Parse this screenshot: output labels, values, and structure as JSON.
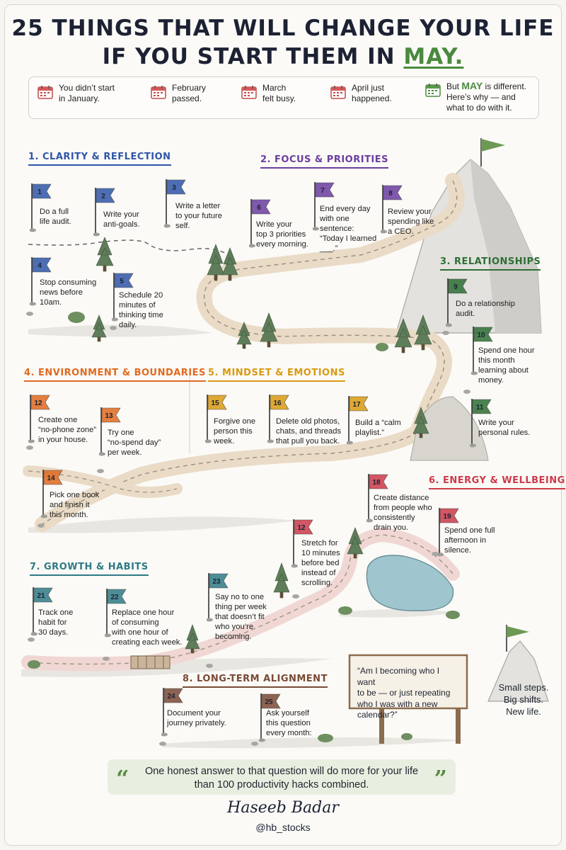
{
  "header": {
    "title_line1": "25 THINGS THAT WILL CHANGE YOUR LIFE",
    "title_line2_prefix": "IF YOU START THEM IN ",
    "title_line2_highlight": "MAY."
  },
  "colors": {
    "accent_green": "#4a8a3e",
    "sec1": "#2f56a8",
    "sec2": "#6a3ea0",
    "sec3": "#2e6f34",
    "sec4": "#e06a1f",
    "sec5": "#d99a12",
    "sec6": "#cc3a4a",
    "sec7": "#2f7a86",
    "sec8": "#7a4a35"
  },
  "intro": [
    {
      "icon": "calendar-icon",
      "line1": "You didn’t start",
      "line2": "in January."
    },
    {
      "icon": "calendar-icon",
      "line1": "February",
      "line2": "passed."
    },
    {
      "icon": "calendar-icon",
      "line1": "March",
      "line2": "felt busy."
    },
    {
      "icon": "calendar-icon",
      "line1": "April just",
      "line2": "happened."
    },
    {
      "icon": "calendar-icon",
      "line1_prefix": "But ",
      "line1_highlight": "MAY",
      "line1_suffix": " is different.",
      "line2": "Here’s why — and",
      "line3": "what to do with it."
    }
  ],
  "sections": [
    {
      "label": "1. CLARITY & REFLECTION"
    },
    {
      "label": "2. FOCUS & PRIORITIES"
    },
    {
      "label": "3. RELATIONSHIPS"
    },
    {
      "label": "4. ENVIRONMENT & BOUNDARIES"
    },
    {
      "label": "5. MINDSET & EMOTIONS"
    },
    {
      "label": "6. ENERGY & WELLBEING"
    },
    {
      "label": "7. GROWTH & HABITS"
    },
    {
      "label": "8. LONG-TERM ALIGNMENT"
    }
  ],
  "items": [
    {
      "num": "1",
      "lines": [
        "Do a full",
        "life audit."
      ]
    },
    {
      "num": "2",
      "lines": [
        "Write your",
        "anti-goals."
      ]
    },
    {
      "num": "3",
      "lines": [
        "Write a letter",
        "to your future",
        "self."
      ]
    },
    {
      "num": "4",
      "lines": [
        "Stop consuming",
        "news before",
        "10am."
      ]
    },
    {
      "num": "5",
      "lines": [
        "Schedule 20",
        "minutes of",
        "thinking time",
        "daily."
      ]
    },
    {
      "num": "6",
      "lines": [
        "Write your",
        "top 3 priorities",
        "every morning."
      ]
    },
    {
      "num": "7",
      "lines": [
        "End every day",
        "with one",
        "sentence:",
        "“Today I learned",
        "___.”"
      ]
    },
    {
      "num": "8",
      "lines": [
        "Review your",
        "spending like",
        "a CEO."
      ]
    },
    {
      "num": "9",
      "lines": [
        "Do a relationship",
        "audit."
      ]
    },
    {
      "num": "10",
      "lines": [
        "Spend one hour",
        "this month",
        "learning about",
        "money."
      ]
    },
    {
      "num": "11",
      "lines": [
        "Write your",
        "personal rules."
      ]
    },
    {
      "num": "12",
      "lines": [
        "Create one",
        "“no-phone zone”",
        "in your house."
      ]
    },
    {
      "num": "13",
      "lines": [
        "Try one",
        "“no-spend day”",
        "per week."
      ]
    },
    {
      "num": "14",
      "lines": [
        "Pick one book",
        "and finish it",
        "this month."
      ]
    },
    {
      "num": "15",
      "lines": [
        "Forgive one",
        "person this",
        "week."
      ]
    },
    {
      "num": "16",
      "lines": [
        "Delete old photos,",
        "chats, and threads",
        "that pull you back."
      ]
    },
    {
      "num": "17",
      "lines": [
        "Build a “calm",
        "playlist.”"
      ]
    },
    {
      "num": "18",
      "lines": [
        "Create distance",
        "from people who",
        "consistently",
        "drain you."
      ]
    },
    {
      "num": "19",
      "lines": [
        "Spend one full",
        "afternoon in",
        "silence."
      ]
    },
    {
      "num": "12",
      "lines": [
        "Stretch for",
        "10 minutes",
        "before bed",
        "instead of",
        "scrolling."
      ]
    },
    {
      "num": "21",
      "lines": [
        "Track one",
        "habit for",
        "30 days."
      ]
    },
    {
      "num": "22",
      "lines": [
        "Replace one hour",
        "of consuming",
        "with one hour of",
        "creating each week."
      ]
    },
    {
      "num": "23",
      "lines": [
        "Say no to one",
        "thing per week",
        "that doesn’t fit",
        "who you’re",
        "becoming."
      ]
    },
    {
      "num": "24",
      "lines": [
        "Document your",
        "journey privately."
      ]
    },
    {
      "num": "25",
      "lines": [
        "Ask yourself",
        "this question",
        "every month:"
      ]
    }
  ],
  "signpost": {
    "lines": [
      "“Am I becoming who I want",
      "to be — or just repeating",
      "who I was with a new",
      "calendar?”"
    ]
  },
  "side_note": {
    "lines": [
      "Small steps.",
      "Big shifts.",
      "New life."
    ]
  },
  "quote": {
    "line1": "One honest answer to that question will do more for your life",
    "line2": "than 100 productivity hacks combined.",
    "open_mark": "“",
    "close_mark": "”"
  },
  "signature": "Haseeb Badar",
  "handle": "@hb_stocks"
}
